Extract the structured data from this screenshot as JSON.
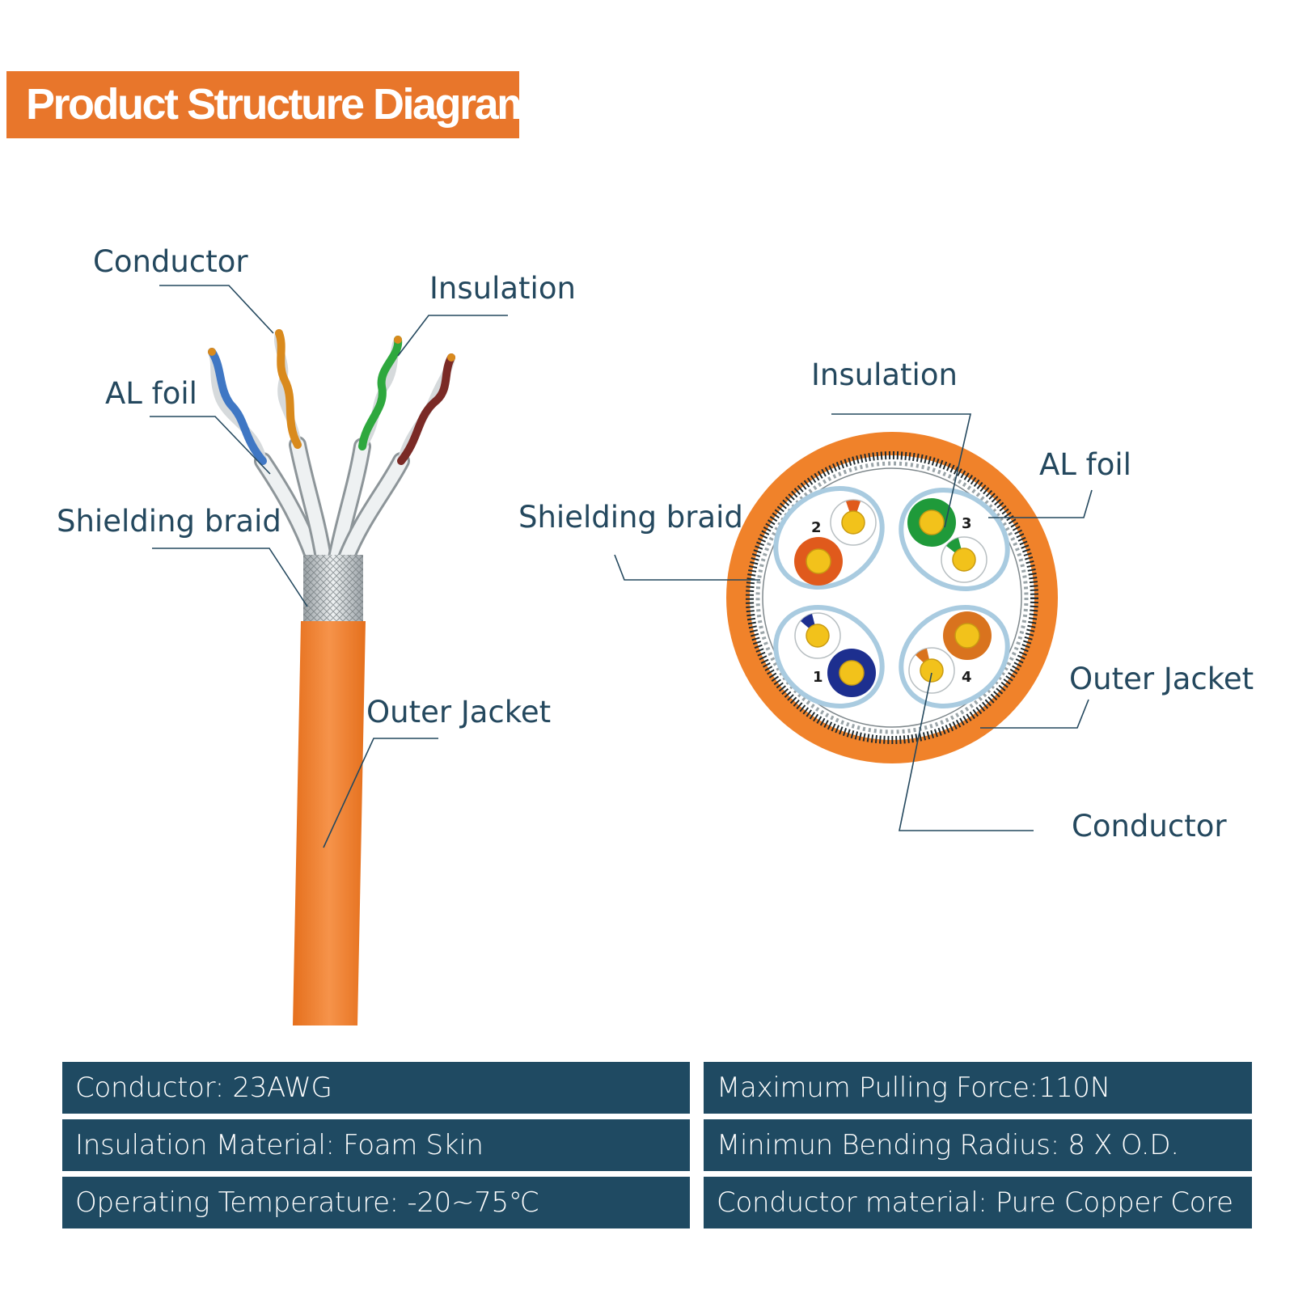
{
  "title": "Product Structure Diagram",
  "left_view": {
    "labels": {
      "conductor": "Conductor",
      "insulation": "Insulation",
      "al_foil": "AL foil",
      "shielding_braid": "Shielding braid",
      "outer_jacket": "Outer Jacket"
    }
  },
  "cross_section": {
    "labels": {
      "insulation": "Insulation",
      "al_foil": "AL foil",
      "shielding_braid": "Shielding braid",
      "outer_jacket": "Outer Jacket",
      "conductor": "Conductor"
    },
    "pair_numbers": [
      "1",
      "2",
      "3",
      "4"
    ]
  },
  "specs": {
    "left": [
      "Conductor: 23AWG",
      "Insulation Material: Foam Skin",
      "Operating Temperature: -20~75℃"
    ],
    "right": [
      "Maximum Pulling Force:110N",
      "Minimun Bending Radius: 8 X O.D.",
      "Conductor material: Pure Copper Core"
    ]
  },
  "colors": {
    "accent_orange": "#e8762b",
    "jacket_orange": "#f0822a",
    "spec_bar": "#1f4a62",
    "label_text": "#24485e",
    "conductor_yellow": "#f2c21b",
    "pair_blue": "#1d2f8f",
    "pair_orange": "#e05a1c",
    "pair_green": "#1f9a3a",
    "pair_brown": "#7a2a26",
    "pair_amber": "#d9731e"
  }
}
